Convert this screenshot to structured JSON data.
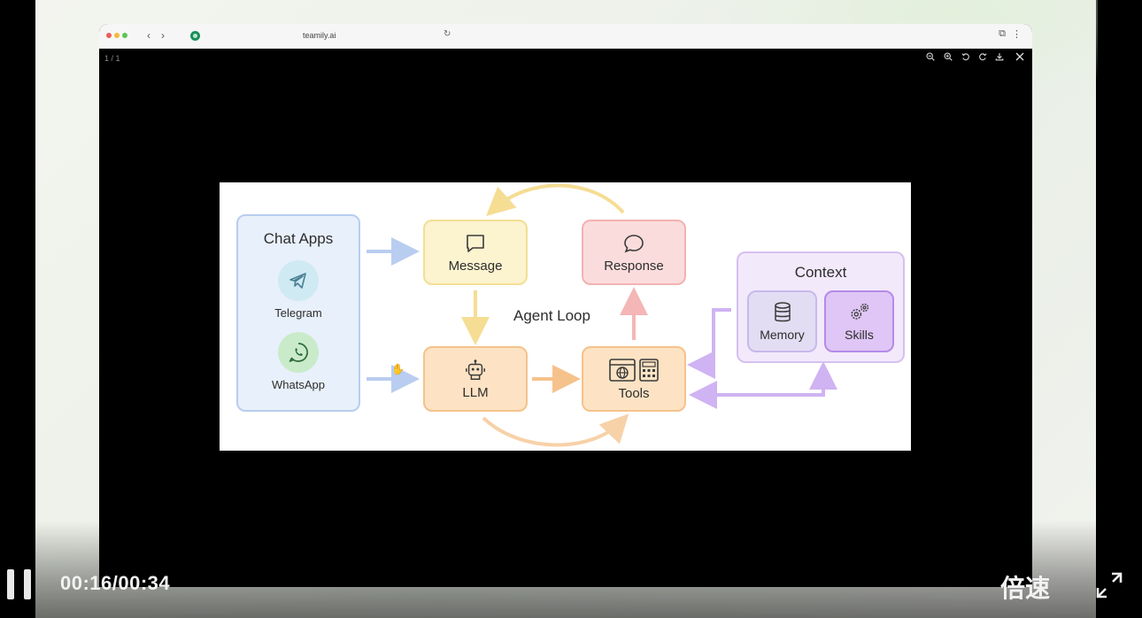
{
  "browser": {
    "url": "teamily.ai",
    "nav_back": "‹",
    "nav_forward": "›",
    "reload_icon": "↻",
    "extensions_icon": "⧉",
    "menu_icon": "⋮"
  },
  "viewer": {
    "page_count": "1 / 1",
    "tools": [
      "zoom-out-icon",
      "zoom-in-icon",
      "rotate-left-icon",
      "rotate-right-icon",
      "download-icon",
      "close-icon"
    ]
  },
  "diagram": {
    "chat_apps": {
      "title": "Chat Apps",
      "apps": [
        {
          "label": "Telegram",
          "icon": "telegram-icon"
        },
        {
          "label": "WhatsApp",
          "icon": "whatsapp-icon"
        }
      ]
    },
    "message": {
      "label": "Message",
      "icon": "chat-bubble-icon"
    },
    "response": {
      "label": "Response",
      "icon": "chat-bubble-icon"
    },
    "llm": {
      "label": "LLM",
      "icon": "robot-icon"
    },
    "tools": {
      "label": "Tools",
      "icon": "browser-calculator-icon"
    },
    "agent_loop": "Agent Loop",
    "context": {
      "title": "Context",
      "memory": {
        "label": "Memory",
        "icon": "database-icon"
      },
      "skills": {
        "label": "Skills",
        "icon": "gears-icon"
      }
    },
    "colors": {
      "blue_arrow": "#b9cdf0",
      "yellow_arrow": "#f5dd94",
      "orange_arrow": "#f5c28c",
      "pink_arrow": "#f4b6b6",
      "purple_arrow": "#cfb3f2"
    }
  },
  "player": {
    "time": "00:16/00:34",
    "speed": "倍速",
    "state": "paused"
  }
}
